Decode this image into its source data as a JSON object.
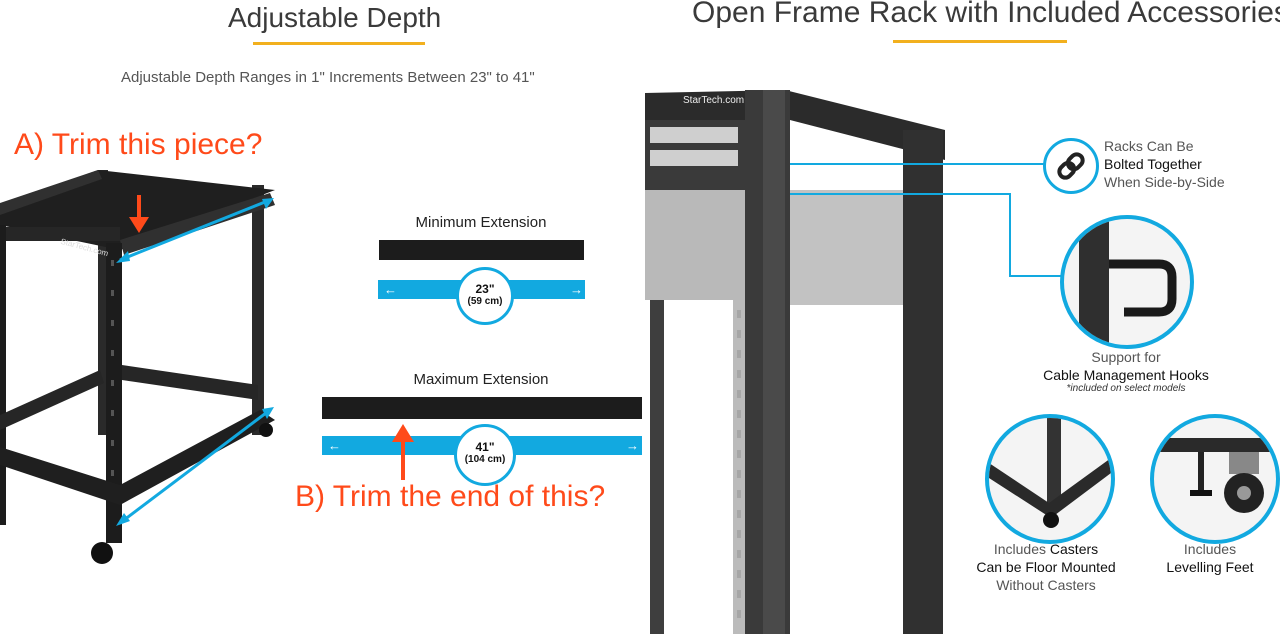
{
  "left": {
    "title": "Adjustable Depth",
    "subtitle": "Adjustable Depth Ranges in 1\" Increments Between 23\" to 41\"",
    "rack_brand": "StarTech.com",
    "note_a": "A) Trim this piece?",
    "note_b": "B) Trim the end of this?",
    "min": {
      "label": "Minimum Extension",
      "value": "23\"",
      "metric": "(59 cm)"
    },
    "max": {
      "label": "Maximum Extension",
      "value": "41\"",
      "metric": "(104 cm)"
    }
  },
  "right": {
    "title": "Open Frame Rack with Included Accessories",
    "rack_brand": "StarTech.com",
    "bolted": {
      "line1": "Racks Can Be",
      "line2": "Bolted Together",
      "line3": "When Side-by-Side"
    },
    "hooks": {
      "line1": "Support for",
      "line2": "Cable Management Hooks",
      "line3": "*included on select models"
    },
    "casters": {
      "line1a": "Includes ",
      "line1b": "Casters",
      "line2": "Can be Floor Mounted",
      "line3": "Without Casters"
    },
    "feet": {
      "line1": "Includes",
      "line2": "Levelling Feet"
    }
  },
  "colors": {
    "accent_blue": "#12a9e0",
    "rule_gold": "#f2b01e",
    "annotation_red": "#ff4a1a"
  }
}
